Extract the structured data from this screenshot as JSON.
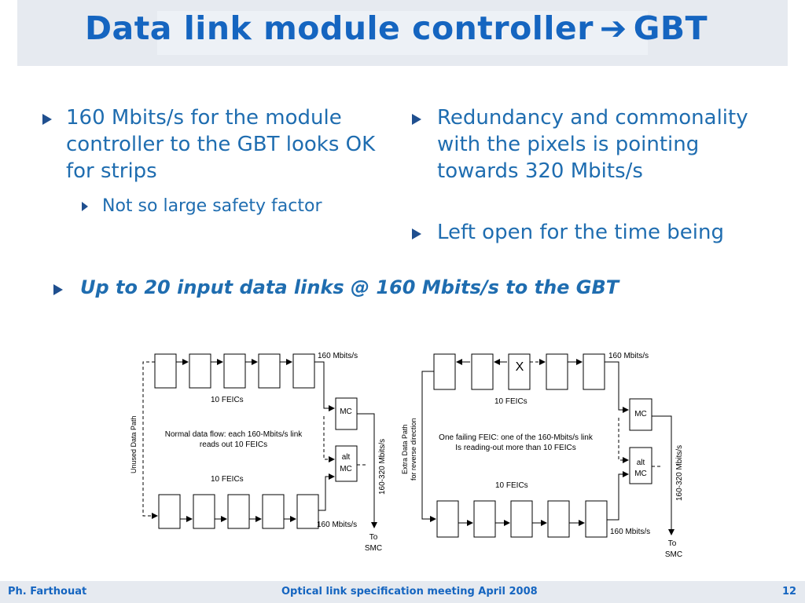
{
  "title": {
    "text": "Data link module controller",
    "arrow": "➔",
    "suffix": "GBT"
  },
  "left_bullets": [
    {
      "text": "160 Mbits/s for the module controller to the GBT looks OK for strips",
      "sub": "Not so large safety factor"
    }
  ],
  "right_bullets": [
    "Redundancy and commonality with the pixels is pointing towards 320 Mbits/s",
    "Left open for the time being"
  ],
  "highlight": "Up to 20 input data links @ 160 Mbits/s to the GBT",
  "diagram_left": {
    "top_rate": "160 Mbits/s",
    "top_group": "10 FEICs",
    "bottom_group": "10 FEICs",
    "note_line1": "Normal data flow: each 160-Mbits/s link",
    "note_line2": "reads out 10 FEICs",
    "side_label": "Unused Data Path",
    "mc": "MC",
    "alt_line1": "alt",
    "alt_line2": "MC",
    "vertical_rate": "160-320 Mbits/s",
    "bottom_rate": "160 Mbits/s",
    "to_line1": "To",
    "to_line2": "SMC"
  },
  "diagram_right": {
    "top_rate": "160 Mbits/s",
    "failed_mark": "X",
    "top_group": "10 FEICs",
    "bottom_group": "10 FEICs",
    "note_line1": "One failing FEIC: one of the 160-Mbits/s link",
    "note_line2": "Is reading-out more than 10 FEICs",
    "side_line1": "Extra Data Path",
    "side_line2": "for reverse direction",
    "mc": "MC",
    "alt_line1": "alt",
    "alt_line2": "MC",
    "vertical_rate": "160-320 Mbits/s",
    "bottom_rate": "160 Mbits/s",
    "to_line1": "To",
    "to_line2": "SMC"
  },
  "footer": {
    "author": "Ph. Farthouat",
    "meeting": "Optical link specification meeting April 2008",
    "page": "12"
  }
}
